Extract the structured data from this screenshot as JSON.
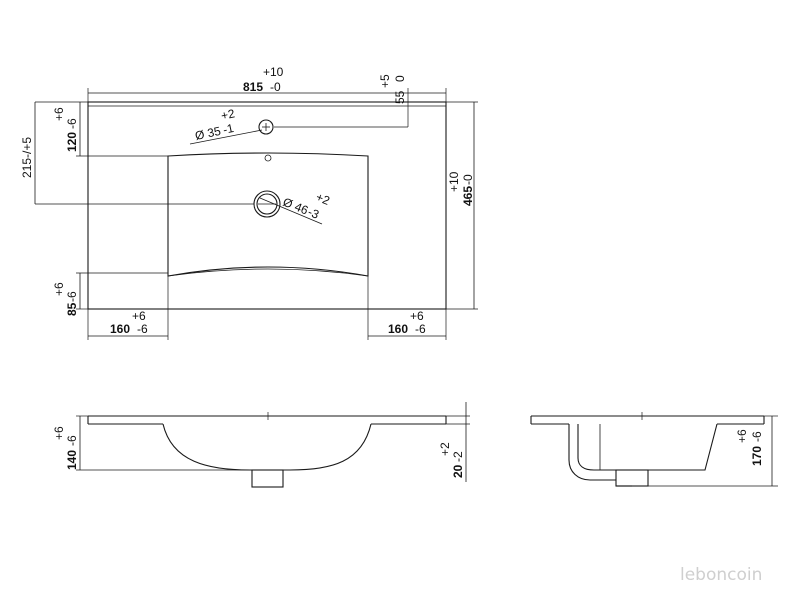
{
  "top_view": {
    "width_nominal": "815",
    "width_tol_minus": "-0",
    "width_tol_plus": "+10",
    "tap_offset_tol_plus": "+5",
    "tap_offset_tol_minus": "0",
    "tap_offset_nominal": "55",
    "back_edge_nominal": "120",
    "back_edge_tol_minus": "-6",
    "back_edge_tol_plus": "+6",
    "drain_offset": "215-/+5",
    "depth_nominal": "465",
    "depth_tol_minus": "-0",
    "depth_tol_plus": "+10",
    "front_edge_nominal": "85",
    "front_edge_tol_minus": "-6",
    "front_edge_tol_plus": "+6",
    "left_margin_nominal": "160",
    "left_margin_tol_minus": "-6",
    "left_margin_tol_plus": "+6",
    "right_margin_nominal": "160",
    "right_margin_tol_minus": "-6",
    "right_margin_tol_plus": "+6",
    "tap_hole_dia": "Ø 35",
    "tap_hole_tol_minus": "-1",
    "tap_hole_tol_plus": "+2",
    "drain_hole_dia": "Ø 46",
    "drain_hole_tol_minus": "-3",
    "drain_hole_tol_plus": "+2"
  },
  "front_view": {
    "height_nominal": "140",
    "height_tol_minus": "-6",
    "height_tol_plus": "+6",
    "rim_nominal": "20",
    "rim_tol_minus": "-2",
    "rim_tol_plus": "+2"
  },
  "side_view": {
    "height_nominal": "170",
    "height_tol_minus": "-6",
    "height_tol_plus": "+6"
  },
  "watermark": "leboncoin"
}
